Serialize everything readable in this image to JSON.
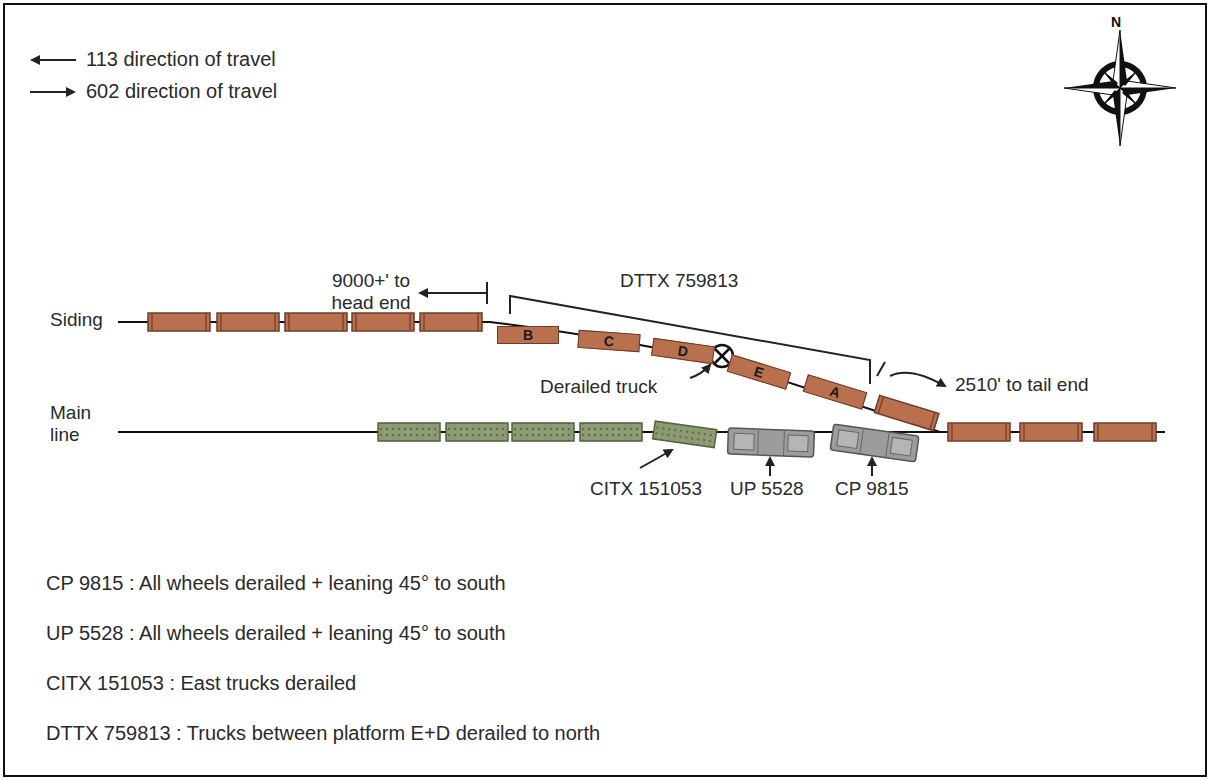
{
  "diagram": {
    "nodes": [
      {
        "text": [
          "B"
        ]
      },
      {
        "text": [
          "C"
        ]
      },
      {
        "text": [
          "D"
        ]
      },
      {
        "text": [
          "E"
        ]
      },
      {
        "text": [
          "A"
        ]
      }
    ],
    "labels": [
      "113 direction of travel",
      "602 direction of travel",
      "N",
      "Siding",
      "Main line",
      "9000+' to head end",
      "DTTX 759813",
      "Derailed truck",
      "2510' to tail end",
      "CITX 151053",
      "UP 5528",
      "CP 9815",
      "CP 9815 : All wheels derailed + leaning 45° to south",
      "UP 5528 : All wheels derailed + leaning 45° to south",
      "CITX 151053 : East trucks derailed",
      "DTTX 759813 : Trucks between platform E+D derailed to north"
    ]
  }
}
